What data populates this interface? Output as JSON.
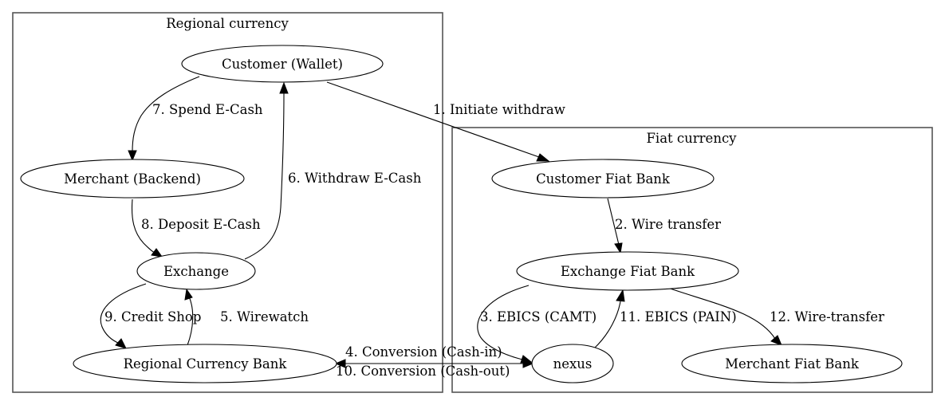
{
  "diagram": {
    "clusters": {
      "regional": {
        "label": "Regional currency"
      },
      "fiat": {
        "label": "Fiat currency"
      }
    },
    "nodes": {
      "customer_wallet": {
        "label": "Customer (Wallet)",
        "cluster": "regional"
      },
      "merchant_backend": {
        "label": "Merchant (Backend)",
        "cluster": "regional"
      },
      "exchange": {
        "label": "Exchange",
        "cluster": "regional"
      },
      "regional_bank": {
        "label": "Regional Currency Bank",
        "cluster": "regional"
      },
      "customer_fiat_bank": {
        "label": "Customer Fiat Bank",
        "cluster": "fiat"
      },
      "exchange_fiat_bank": {
        "label": "Exchange Fiat Bank",
        "cluster": "fiat"
      },
      "nexus": {
        "label": "nexus",
        "cluster": "fiat"
      },
      "merchant_fiat_bank": {
        "label": "Merchant Fiat Bank",
        "cluster": "fiat"
      }
    },
    "edges": {
      "e1": {
        "label": "1. Initiate withdraw",
        "from": "Customer (Wallet)",
        "to": "Customer Fiat Bank"
      },
      "e2": {
        "label": "2. Wire transfer",
        "from": "Customer Fiat Bank",
        "to": "Exchange Fiat Bank"
      },
      "e3": {
        "label": "3. EBICS (CAMT)",
        "from": "Exchange Fiat Bank",
        "to": "nexus"
      },
      "e4": {
        "label": "4. Conversion (Cash-in)",
        "from": "nexus",
        "to": "Regional Currency Bank"
      },
      "e5": {
        "label": "5. Wirewatch",
        "from": "Regional Currency Bank",
        "to": "Exchange"
      },
      "e6": {
        "label": "6. Withdraw E-Cash",
        "from": "Exchange",
        "to": "Customer (Wallet)"
      },
      "e7": {
        "label": "7. Spend E-Cash",
        "from": "Customer (Wallet)",
        "to": "Merchant (Backend)"
      },
      "e8": {
        "label": "8. Deposit E-Cash",
        "from": "Merchant (Backend)",
        "to": "Exchange"
      },
      "e9": {
        "label": "9. Credit Shop",
        "from": "Exchange",
        "to": "Regional Currency Bank"
      },
      "e10": {
        "label": "10. Conversion (Cash-out)",
        "from": "Regional Currency Bank",
        "to": "nexus"
      },
      "e11": {
        "label": "11. EBICS (PAIN)",
        "from": "nexus",
        "to": "Exchange Fiat Bank"
      },
      "e12": {
        "label": "12. Wire-transfer",
        "from": "Exchange Fiat Bank",
        "to": "Merchant Fiat Bank"
      }
    }
  }
}
